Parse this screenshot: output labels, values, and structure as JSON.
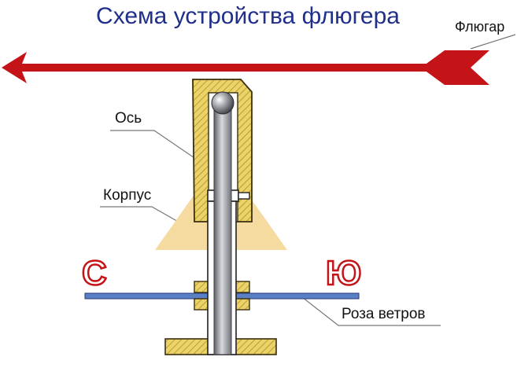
{
  "title": "Схема устройства флюгера",
  "labels": {
    "vane": "Флюгар",
    "axis": "Ось",
    "body": "Корпус",
    "wind_rose": "Роза ветров"
  },
  "cardinal": {
    "north": "С",
    "south": "Ю"
  },
  "colors": {
    "title": "#1f2f8a",
    "arrow": "#c41418",
    "housing": "#e9d36a",
    "cone": "#f6dba0",
    "shaft": "#9ea0a6",
    "rose_bar": "#5b7fc4",
    "flange": "#e9d36a"
  }
}
